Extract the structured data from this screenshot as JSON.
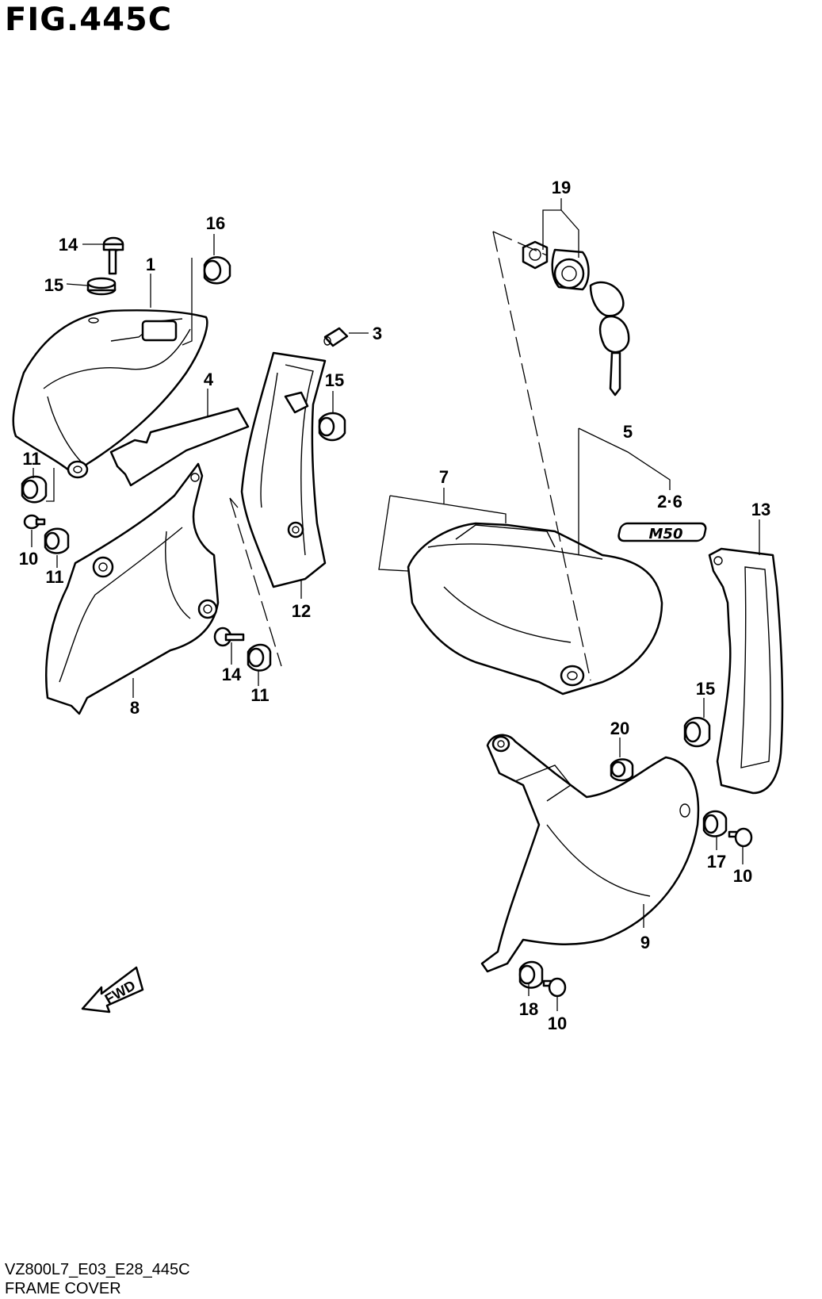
{
  "figure": {
    "title": "FIG.445C"
  },
  "footer": {
    "code": "VZ800L7_E03_E28_445C",
    "name": "FRAME COVER"
  },
  "callouts": {
    "c1": "1",
    "c2_6": "2·6",
    "c3": "3",
    "c4": "4",
    "c5": "5",
    "c7": "7",
    "c8": "8",
    "c9": "9",
    "c10a": "10",
    "c10b": "10",
    "c10c": "10",
    "c11a": "11",
    "c11b": "11",
    "c11c": "11",
    "c12": "12",
    "c13": "13",
    "c14a": "14",
    "c14b": "14",
    "c15a": "15",
    "c15b": "15",
    "c15c": "15",
    "c16": "16",
    "c17": "17",
    "c18": "18",
    "c19": "19",
    "c20": "20"
  },
  "emblem": {
    "text": "M50"
  },
  "direction_arrow": {
    "label": "FWD"
  }
}
